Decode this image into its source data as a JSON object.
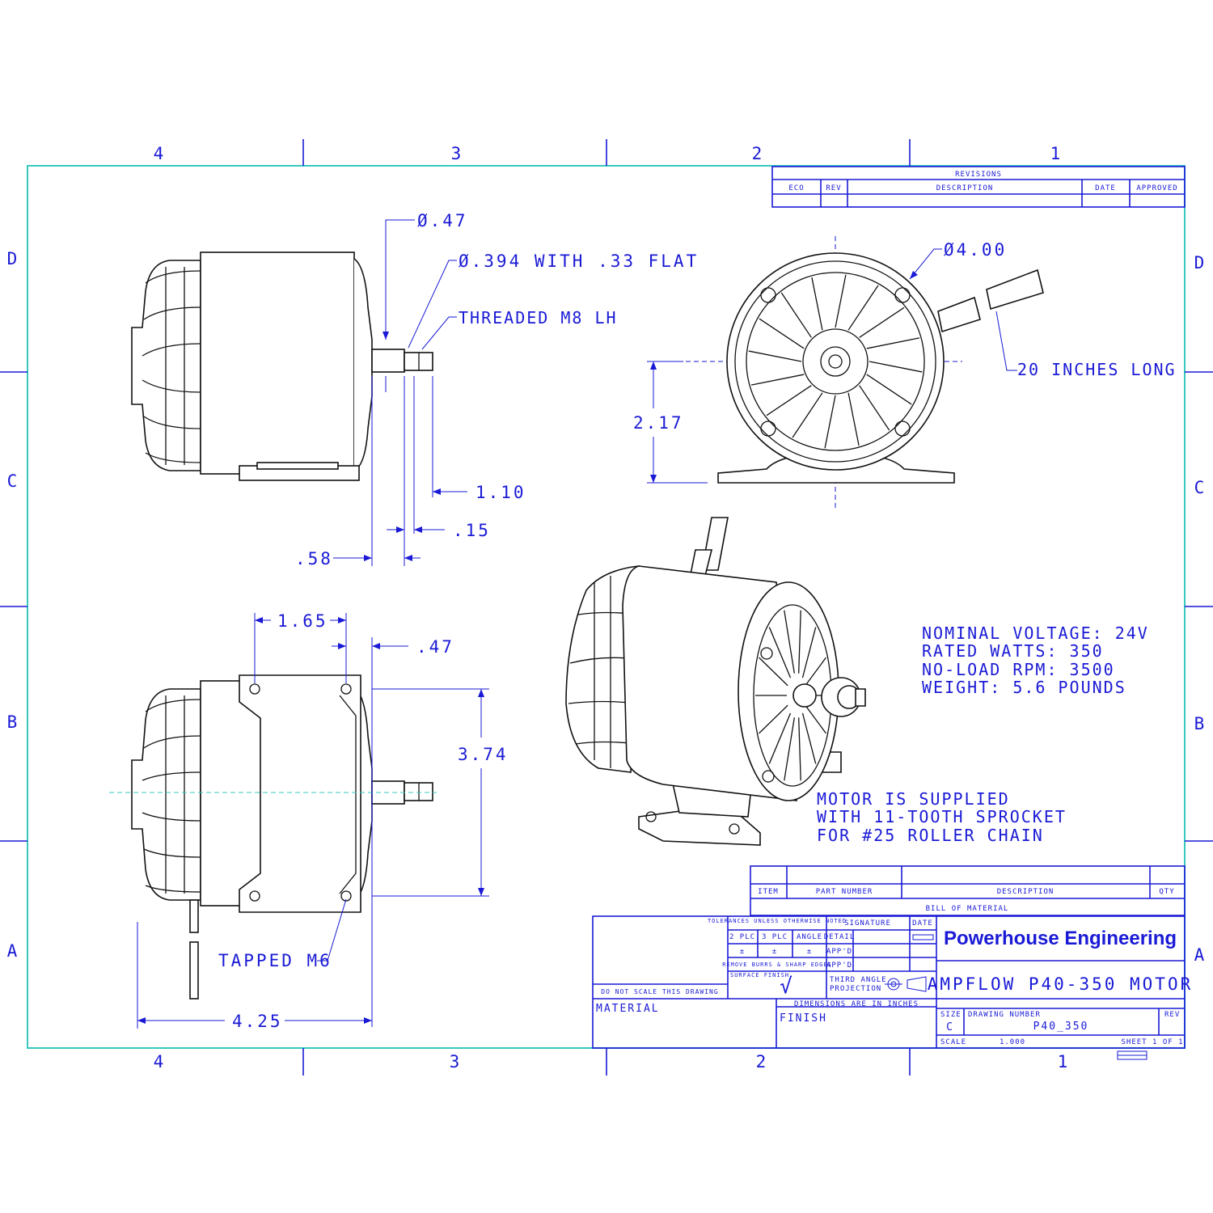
{
  "sheet": {
    "zones_top": [
      "4",
      "3",
      "2",
      "1"
    ],
    "zones_bottom": [
      "4",
      "3",
      "2",
      "1"
    ],
    "zones_left": [
      "D",
      "C",
      "B",
      "A"
    ],
    "zones_right": [
      "D",
      "C",
      "B",
      "A"
    ]
  },
  "revisions": {
    "title": "REVISIONS",
    "columns": [
      "ECO",
      "REV",
      "DESCRIPTION",
      "DATE",
      "APPROVED"
    ]
  },
  "dimensions": {
    "shaft_dia": "Ø.47",
    "shaft_flat": "Ø.394 WITH .33 FLAT",
    "thread": "THREADED M8 LH",
    "d_110": "1.10",
    "d_015": ".15",
    "d_058": ".58",
    "d_400": "Ø4.00",
    "d_217": "2.17",
    "wire_len": "20 INCHES LONG",
    "d_165": "1.65",
    "d_047": ".47",
    "d_374": "3.74",
    "tapped": "TAPPED M6",
    "d_425": "4.25"
  },
  "specs": {
    "voltage": "NOMINAL VOLTAGE: 24V",
    "watts": "RATED WATTS: 350",
    "rpm": "NO-LOAD RPM: 3500",
    "weight": "WEIGHT: 5.6 POUNDS"
  },
  "sprocket_note": {
    "line1": "MOTOR IS SUPPLIED",
    "line2": "WITH 11-TOOTH SPROCKET",
    "line3": "FOR #25 ROLLER CHAIN"
  },
  "bom": {
    "columns": [
      "ITEM",
      "PART NUMBER",
      "DESCRIPTION",
      "QTY"
    ],
    "title": "BILL OF MATERIAL"
  },
  "title_block": {
    "company": "Powerhouse Engineering",
    "title": "AMPFLOW P40-350 MOTOR",
    "tolerances": "TOLERANCES UNLESS OTHERWISE NOTED",
    "plc2": "2 PLC",
    "plc3": "3 PLC",
    "angle": "ANGLE",
    "pm1": "±",
    "pm2": "±",
    "pm3": "±",
    "signature": "SIGNATURE",
    "date": "DATE",
    "detail": "DETAIL",
    "appd1": "APP'D",
    "appd2": "APP'D",
    "burrs": "REMOVE BURRS & SHARP EDGES",
    "surface": "SURFACE FINISH",
    "check": "√",
    "third_angle": "THIRD ANGLE",
    "projection": "PROJECTION",
    "no_scale": "DO NOT SCALE THIS DRAWING",
    "material": "MATERIAL",
    "finish": "FINISH",
    "dims_in": "DIMENSIONS ARE IN INCHES",
    "size_label": "SIZE",
    "size": "C",
    "dwg_label": "DRAWING NUMBER",
    "dwg_no": "P40_350",
    "rev_label": "REV",
    "scale_label": "SCALE",
    "scale": "1.000",
    "sheet": "SHEET 1 OF 1"
  }
}
